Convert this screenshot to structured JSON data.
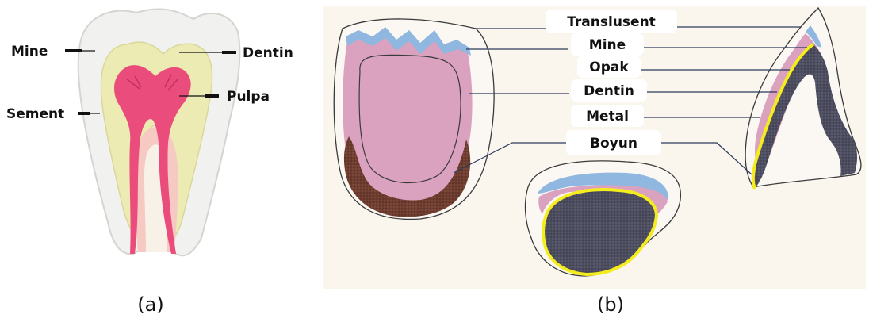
{
  "panel_a": {
    "caption": "(a)",
    "labels": {
      "mine": "Mine",
      "dentin": "Dentin",
      "pulpa": "Pulpa",
      "sement": "Sement"
    }
  },
  "panel_b": {
    "caption": "(b)",
    "labels": {
      "translusent": "Translusent",
      "mine": "Mine",
      "opak": "Opak",
      "dentin": "Dentin",
      "metal": "Metal",
      "boyun": "Boyun"
    }
  },
  "colors": {
    "enamel": "#f1f1ef",
    "dentin_a": "#ecebb4",
    "pulp": "#ea4c7b",
    "root_pink": "#f6c9c3",
    "panel_bg": "#faf6ee",
    "crown_dentin": "#dba2c0",
    "crown_mine": "#8fb7df",
    "neck": "#6e3d30",
    "metal": "#4d4d60",
    "opak": "#f4ec1c"
  }
}
